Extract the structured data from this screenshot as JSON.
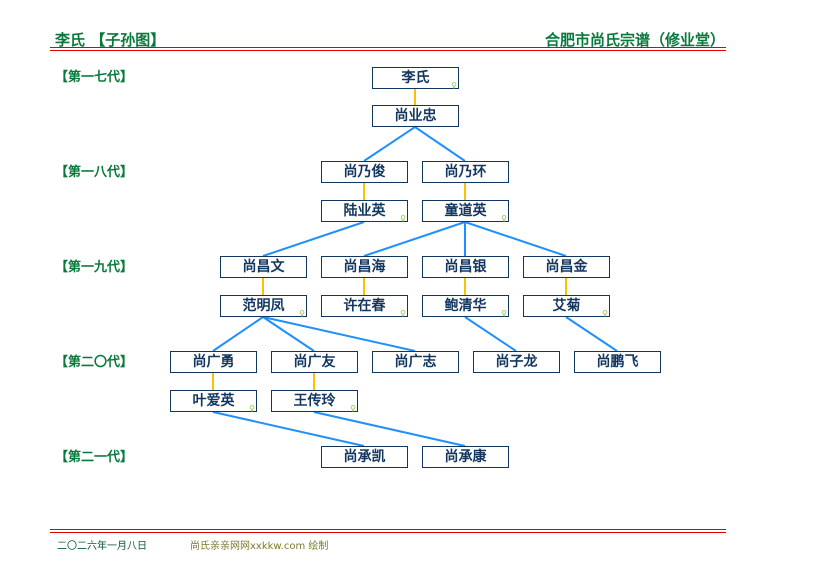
{
  "header": {
    "left": "李氏 【子孙图】",
    "right": "合肥市尚氏宗谱（修业堂）"
  },
  "generations": [
    "【第一七代】",
    "【第一八代】",
    "【第一九代】",
    "【第二〇代】",
    "【第二一代】"
  ],
  "people": {
    "g17_wife": "李氏",
    "g17": "尚业忠",
    "g18a": "尚乃俊",
    "g18b": "尚乃环",
    "g18a_wife": "陆业英",
    "g18b_wife": "童道英",
    "g19a": "尚昌文",
    "g19b": "尚昌海",
    "g19c": "尚昌银",
    "g19d": "尚昌金",
    "g19a_wife": "范明凤",
    "g19b_wife": "许在春",
    "g19c_wife": "鲍清华",
    "g19d_wife": "艾菊",
    "g20a": "尚广勇",
    "g20b": "尚广友",
    "g20c": "尚广志",
    "g20d": "尚子龙",
    "g20e": "尚鹏飞",
    "g20a_wife": "叶爱英",
    "g20b_wife": "王传玲",
    "g21a": "尚承凯",
    "g21b": "尚承康"
  },
  "female_symbol": "♀",
  "footer": {
    "date": "二〇二六年一月八日",
    "credit": "尚氏亲亲网网xxkkw.com 绘制"
  },
  "colors": {
    "title": "#0a7a3c",
    "rule": "#e00000",
    "box": "#13365f",
    "spouse_line": "#ffc000",
    "child_line": "#1e90ff"
  }
}
